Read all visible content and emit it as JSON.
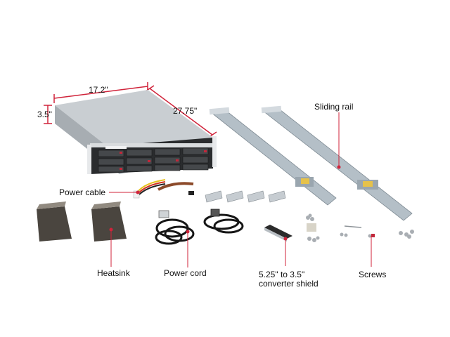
{
  "product_image": {
    "description": "2U server chassis with accessories",
    "colors": {
      "background": "#ffffff",
      "callout_line": "#d0233a",
      "chassis_top": "#c9ced2",
      "chassis_front": "#2a2c2e",
      "rail": "#b4bfc7",
      "heatsink": "#6b655d",
      "cable": "#161616"
    },
    "dimensions": {
      "width": "17.2\"",
      "height": "3.5\"",
      "depth": "27.75\""
    },
    "callouts": {
      "sliding_rail": "Sliding rail",
      "power_cable": "Power cable",
      "heatsink": "Heatsink",
      "power_cord": "Power cord",
      "converter_shield_line1": "5.25\" to 3.5\"",
      "converter_shield_line2": "converter shield",
      "screws": "Screws"
    }
  }
}
